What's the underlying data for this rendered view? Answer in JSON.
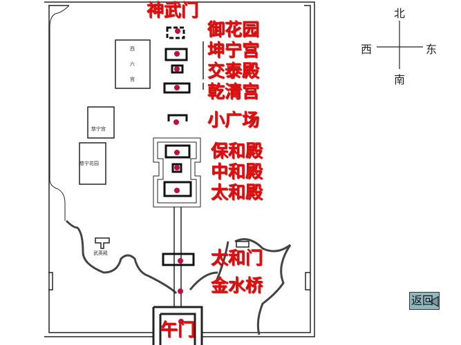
{
  "labels": {
    "shenwumen": "神武门",
    "yuhuayuan": "御花园",
    "kunninggong": "坤宁宫",
    "jiaotaidian": "交泰殿",
    "qianqinggong": "乾清宫",
    "xiaoguangchang": "小广场",
    "baohedian": "保和殿",
    "zhonghedian": "中和殿",
    "taihedian": "太和殿",
    "taihemen": "太和门",
    "jinshuiqiao": "金水桥",
    "wumen": "午门"
  },
  "map_small_labels": {
    "xiliugong": [
      "西",
      "六",
      "宫"
    ],
    "cininggong": "慈宁宫",
    "ciningGarden": "慈宁花园",
    "wuyingdian": "武英殿"
  },
  "compass": {
    "north": "北",
    "south": "南",
    "west": "西",
    "east": "东"
  },
  "back_button": {
    "label": "返回",
    "icon": "back-triangle-icon"
  },
  "colors": {
    "label": "#e01010",
    "marker": "#c0103a",
    "button": "#8fb9b9"
  }
}
